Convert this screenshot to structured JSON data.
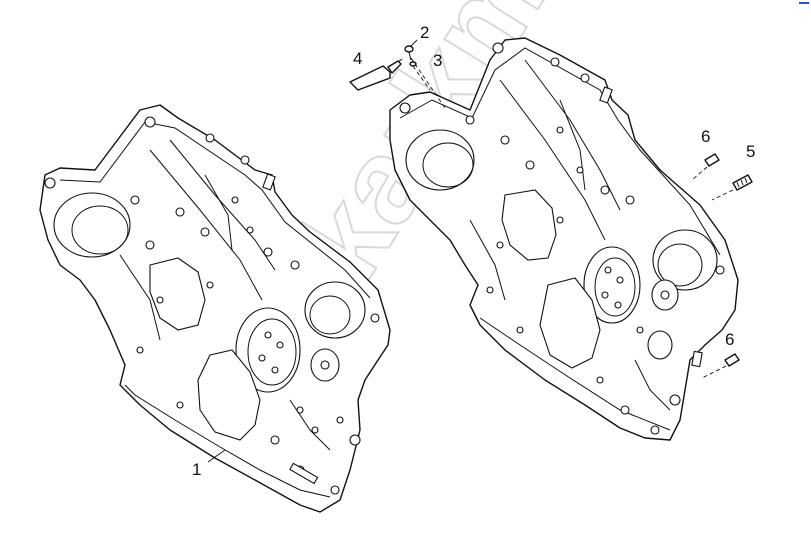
{
  "watermark": {
    "text": "Zapkarkm",
    "color": "#d9d9d9"
  },
  "labels": {
    "cover_left": "1",
    "bolt": "2",
    "washer": "3",
    "sealant_tube": "4",
    "stud": "5",
    "dowel_upper": "6",
    "dowel_lower": "6"
  },
  "colors": {
    "line": "#111111",
    "background": "#ffffff",
    "corner_mark": "#2a4fd6"
  }
}
